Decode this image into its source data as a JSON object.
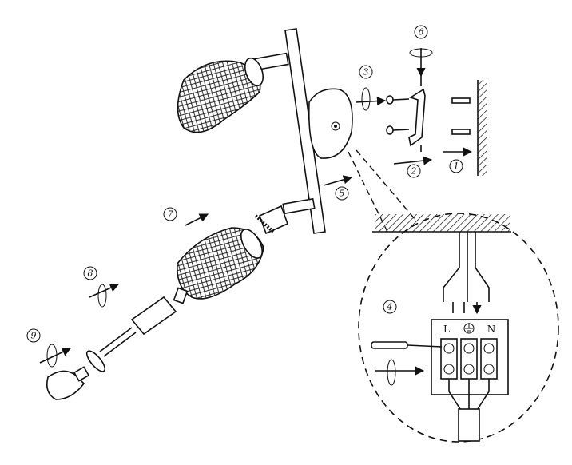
{
  "steps": [
    "1",
    "2",
    "3",
    "4",
    "5",
    "6",
    "7",
    "8",
    "9"
  ],
  "terminal_labels": {
    "live": "L",
    "neutral": "N"
  },
  "icons": [
    "ground-symbol",
    "rotation-arrow",
    "screwdriver-icon",
    "wall-hatch"
  ]
}
